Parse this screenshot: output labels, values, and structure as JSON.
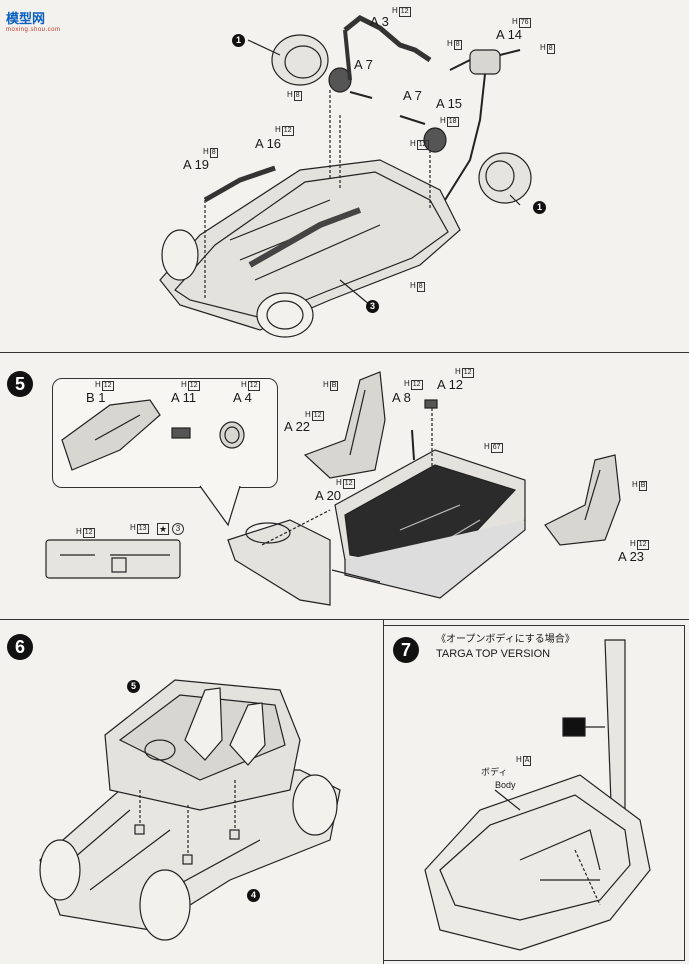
{
  "watermark": {
    "logo": "模型网",
    "url": "moxing.shou.com"
  },
  "steps": [
    {
      "number": "5"
    },
    {
      "number": "6"
    },
    {
      "number": "7",
      "title_jp": "《オープンボディにする場合》",
      "title_en": "TARGA TOP VERSION"
    }
  ],
  "step4_parts": {
    "a3": "A 3",
    "a7_left": "A 7",
    "a7_right": "A 7",
    "a14": "A 14",
    "a15": "A 15",
    "a16": "A 16",
    "a19": "A 19",
    "callout_1_top": "1",
    "callout_1_right": "1",
    "callout_3": "3"
  },
  "step5_parts": {
    "b1": "B 1",
    "a11": "A 11",
    "a4": "A 4",
    "a22": "A 22",
    "a8": "A 8",
    "a12": "A 12",
    "a20": "A 20",
    "a23": "A 23",
    "decal_num": "3"
  },
  "step6_parts": {
    "callout_5": "5",
    "callout_4": "4"
  },
  "step7_parts": {
    "body_jp": "ボディ",
    "body_en": "Body"
  },
  "materials": {
    "h12": "12",
    "h8": "8",
    "h76": "76",
    "h18": "18",
    "h13": "13",
    "hB": "B",
    "h67": "67",
    "hA": "A"
  },
  "colors": {
    "background": "#f3f2ee",
    "ink": "#1a1a1a",
    "part_fill": "#d8d6d0",
    "dark_fill": "#2b2b2b"
  }
}
